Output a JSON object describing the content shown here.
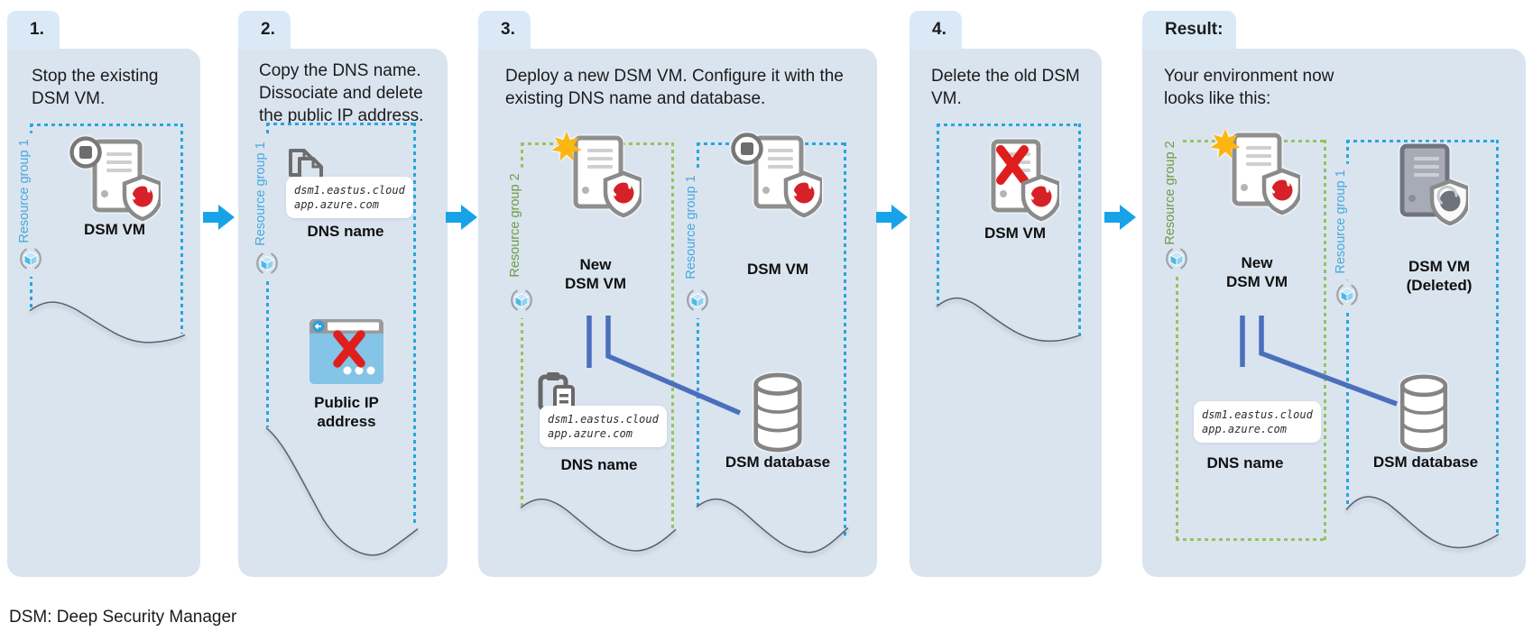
{
  "panels": [
    {
      "tab": "1.",
      "heading": "Stop the existing DSM VM."
    },
    {
      "tab": "2.",
      "heading": "Copy the DNS name. Dissociate and delete the public IP address."
    },
    {
      "tab": "3.",
      "heading": "Deploy a new DSM VM. Configure it with the existing DNS name and database."
    },
    {
      "tab": "4.",
      "heading": "Delete the old DSM VM."
    },
    {
      "tab": "Result:",
      "heading": "Your environment now looks like this:"
    }
  ],
  "labels": {
    "rg1": "Resource group 1",
    "rg2": "Resource group 2",
    "dsm_vm": "DSM VM",
    "new1": "New",
    "new2": "DSM VM",
    "deleted1": "DSM VM",
    "deleted2": "(Deleted)",
    "dns_name": "DNS name",
    "pub_ip1": "Public IP",
    "pub_ip2": "address",
    "dsm_database": "DSM database"
  },
  "dns": {
    "line1": "dsm1.eastus.cloud",
    "line2": "app.azure.com"
  },
  "footer": {
    "caption": "DSM: Deep Security Manager"
  },
  "colors": {
    "panel_body": "#dae4ef",
    "panel_tab": "#dbe9f7",
    "rg1_border": "#26a6e2",
    "rg1_text": "#45a9de",
    "rg2_border": "#94c45c",
    "rg2_text": "#6f9b42",
    "arrow": "#18a3e8",
    "connector": "#4a6fbd",
    "star_badge": "#fcb612",
    "alert_red": "#e01e1e",
    "shield_logo_red": "#d62128"
  }
}
